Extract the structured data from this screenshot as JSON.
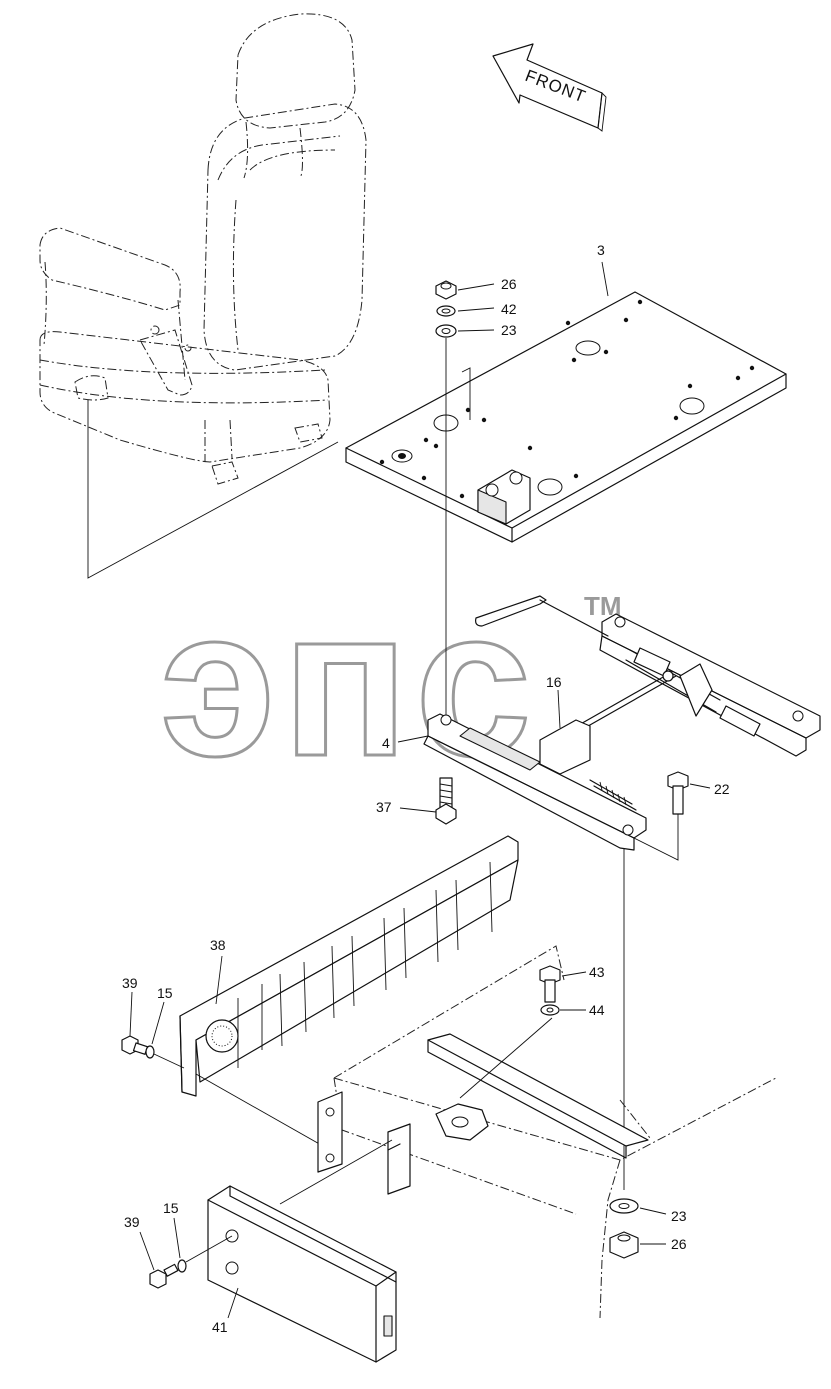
{
  "direction_arrow": {
    "text": "FRONT"
  },
  "watermark": {
    "text": "эпс",
    "trademark": "TM"
  },
  "callouts": [
    {
      "id": "c3",
      "label": "3"
    },
    {
      "id": "c26a",
      "label": "26"
    },
    {
      "id": "c42",
      "label": "42"
    },
    {
      "id": "c23a",
      "label": "23"
    },
    {
      "id": "c16",
      "label": "16"
    },
    {
      "id": "c4",
      "label": "4"
    },
    {
      "id": "c22",
      "label": "22"
    },
    {
      "id": "c37",
      "label": "37"
    },
    {
      "id": "c38",
      "label": "38"
    },
    {
      "id": "c39a",
      "label": "39"
    },
    {
      "id": "c15a",
      "label": "15"
    },
    {
      "id": "c43",
      "label": "43"
    },
    {
      "id": "c44",
      "label": "44"
    },
    {
      "id": "c23b",
      "label": "23"
    },
    {
      "id": "c26b",
      "label": "26"
    },
    {
      "id": "c39b",
      "label": "39"
    },
    {
      "id": "c15b",
      "label": "15"
    },
    {
      "id": "c41",
      "label": "41"
    }
  ]
}
